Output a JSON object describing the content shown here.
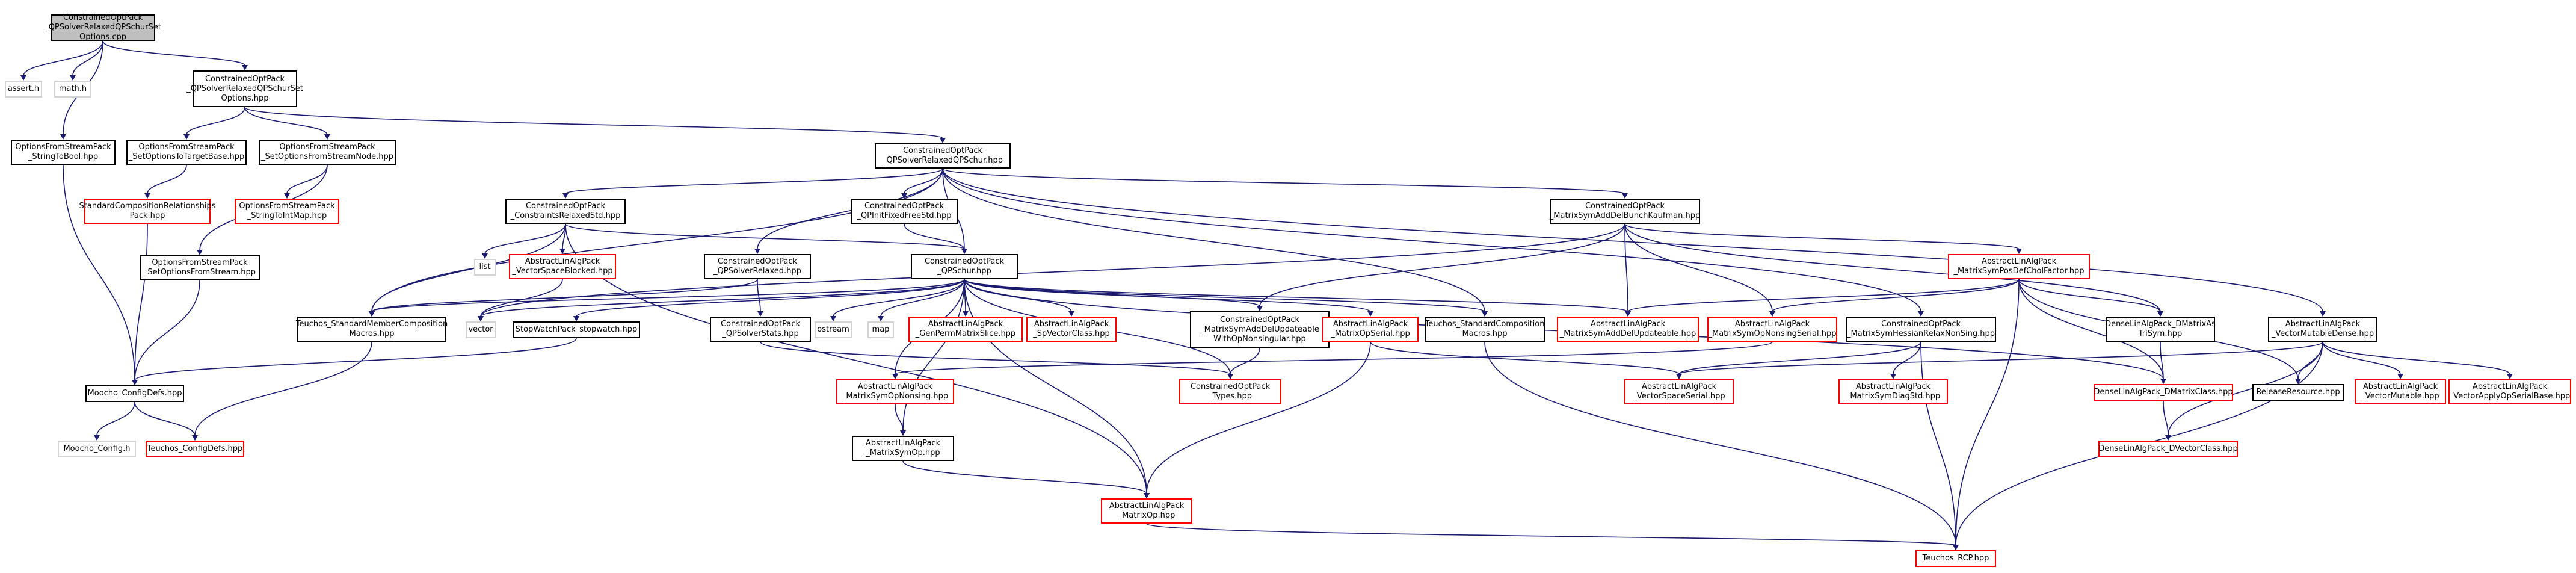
{
  "diagram": {
    "colors": {
      "edge": "#191970",
      "red_border": "#ff0000",
      "root_fill": "#bfbfbf",
      "missing_border": "#d3d3d3"
    },
    "nodes": {
      "root": "ConstrainedOptPack\n_QPSolverRelaxedQPSchurSet\nOptions.cpp",
      "assert": "assert.h",
      "math": "math.h",
      "schurset_hpp": "ConstrainedOptPack\n_QPSolverRelaxedQPSchurSet\nOptions.hpp",
      "stringtobool": "OptionsFromStreamPack\n_StringToBool.hpp",
      "setopt_targetbase": "OptionsFromStreamPack\n_SetOptionsToTargetBase.hpp",
      "setopt_streamnode": "OptionsFromStreamPack\n_SetOptionsFromStreamNode.hpp",
      "stdcomp_rel": "StandardCompositionRelationships\nPack.hpp",
      "stringtointmap": "OptionsFromStreamPack\n_StringToIntMap.hpp",
      "setopt_stream": "OptionsFromStreamPack\n_SetOptionsFromStream.hpp",
      "moocho_configdefs": "Moocho_ConfigDefs.hpp",
      "moocho_config": "Moocho_Config.h",
      "teuchos_configdefs": "Teuchos_ConfigDefs.hpp",
      "qpsolver_relaxedqpschur": "ConstrainedOptPack\n_QPSolverRelaxedQPSchur.hpp",
      "constraints_relaxedstd": "ConstrainedOptPack\n_ConstraintsRelaxedStd.hpp",
      "qpinitfixedfreestd": "ConstrainedOptPack\n_QPInitFixedFreeStd.hpp",
      "matrixsym_bunchkaufman": "ConstrainedOptPack\n_MatrixSymAddDelBunchKaufman.hpp",
      "list": "list",
      "vectorspaceblocked": "AbstractLinAlgPack\n_VectorSpaceBlocked.hpp",
      "qpsolverrelaxed": "ConstrainedOptPack\n_QPSolverRelaxed.hpp",
      "qpschur": "ConstrainedOptPack\n_QPSchur.hpp",
      "teuchos_stdmember": "Teuchos_StandardMemberComposition\nMacros.hpp",
      "vector": "vector",
      "stopwatch": "StopWatchPack_stopwatch.hpp",
      "qpsolverstats": "ConstrainedOptPack\n_QPSolverStats.hpp",
      "ostream": "ostream",
      "map": "map",
      "genpermmatrixslice": "AbstractLinAlgPack\n_GenPermMatrixSlice.hpp",
      "spvectorclass": "AbstractLinAlgPack\n_SpVectorClass.hpp",
      "matrixsym_adddelupd_nonsing": "ConstrainedOptPack\n_MatrixSymAddDelUpdateable\nWithOpNonsingular.hpp",
      "matrixopserial": "AbstractLinAlgPack\n_MatrixOpSerial.hpp",
      "teuchos_stdcomp": "Teuchos_StandardComposition\nMacros.hpp",
      "matrixsym_adddelupdateable": "AbstractLinAlgPack\n_MatrixSymAddDelUpdateable.hpp",
      "matrixsym_opnonsingserial": "AbstractLinAlgPack\n_MatrixSymOpNonsingSerial.hpp",
      "matrixsym_hessianrelax": "ConstrainedOptPack\n_MatrixSymHessianRelaxNonSing.hpp",
      "matrixsym_poscholfactor": "AbstractLinAlgPack\n_MatrixSymPosDefCholFactor.hpp",
      "dmatrixas_trisym": "DenseLinAlgPack_DMatrixAs\nTriSym.hpp",
      "vectormutabledense": "AbstractLinAlgPack\n_VectorMutableDense.hpp",
      "matrixsym_opnonsing": "AbstractLinAlgPack\n_MatrixSymOpNonsing.hpp",
      "cop_types": "ConstrainedOptPack\n_Types.hpp",
      "vectorspaceserial": "AbstractLinAlgPack\n_VectorSpaceSerial.hpp",
      "matrixsym_diagstd": "AbstractLinAlgPack\n_MatrixSymDiagStd.hpp",
      "dmatrixclass": "DenseLinAlgPack_DMatrixClass.hpp",
      "releaseresource": "ReleaseResource.hpp",
      "vectormutable": "AbstractLinAlgPack\n_VectorMutable.hpp",
      "vectorapplyopserialbase": "AbstractLinAlgPack\n_VectorApplyOpSerialBase.hpp",
      "dvectorclass": "DenseLinAlgPack_DVectorClass.hpp",
      "matrixsymop": "AbstractLinAlgPack\n_MatrixSymOp.hpp",
      "matrixop": "AbstractLinAlgPack\n_MatrixOp.hpp",
      "teuchos_rcp": "Teuchos_RCP.hpp"
    }
  }
}
